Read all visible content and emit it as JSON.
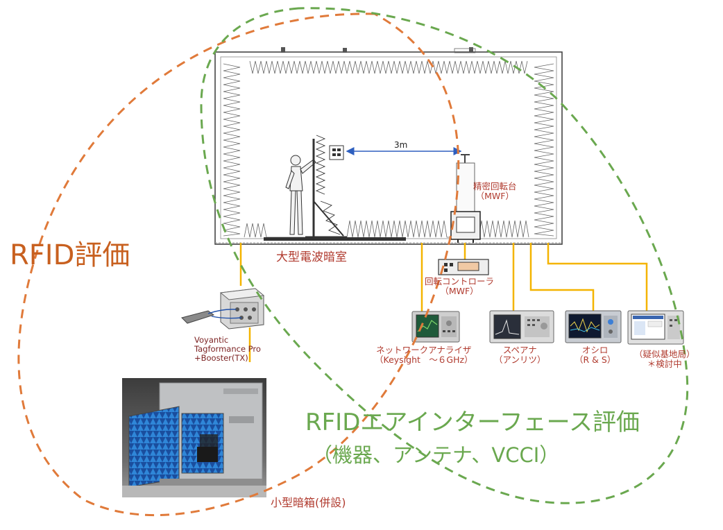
{
  "colors": {
    "orange": "#e07a3a",
    "green": "#6aa84f",
    "cable": "#f4b400",
    "red_text": "#b03a2e",
    "chamber_line": "#444444"
  },
  "labels": {
    "rfid_eval": "RFID評価",
    "air_interface_line1": "RFIDエアインターフェース評価",
    "air_interface_line2": "（機器、アンテナ、VCCI）",
    "chamber": "大型電波暗室",
    "distance": "3m",
    "turntable_line1": "精密回転台",
    "turntable_line2": "（MWF）",
    "rotation_controller_line1": "回転コントローラ",
    "rotation_controller_line2": "（MWF）",
    "network_analyzer_line1": "ネットワークアナライザ",
    "network_analyzer_line2": "（Keysight　～６GHz）",
    "spectrum_analyzer_line1": "スペアナ",
    "spectrum_analyzer_line2": "（アンリツ）",
    "oscilloscope_line1": "オシロ",
    "oscilloscope_line2": "（R & S）",
    "base_station_line1": "（疑似基地局）",
    "base_station_line2": "＊検討中",
    "voyantic_line1": "Voyantic",
    "voyantic_line2": "Tagformance Pro",
    "voyantic_line3": "+Booster(TX)",
    "small_chamber": "小型暗箱(併設)"
  }
}
